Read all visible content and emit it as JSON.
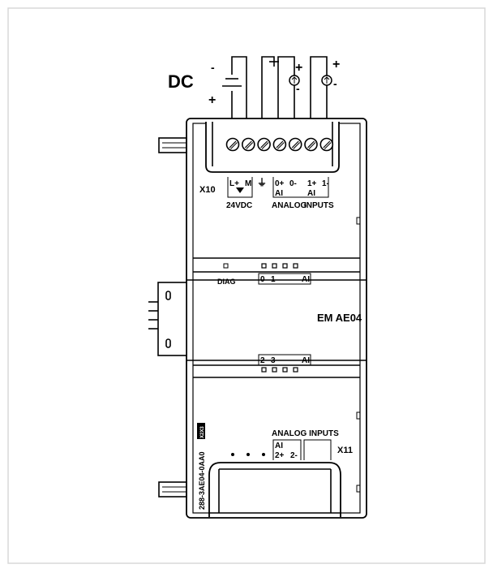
{
  "wiring": {
    "dc_label": "DC",
    "battery_minus": "-",
    "battery_plus": "+",
    "source1_plus": "+",
    "source1_minus": "-",
    "source2_plus": "+",
    "source2_minus": "-"
  },
  "top_connector": {
    "id": "X10",
    "terminals": [
      "L+",
      "M",
      "⏚",
      "0+",
      "0-",
      "1+",
      "1-"
    ],
    "ai_label_0": "AI",
    "ai_label_1": "AI",
    "power_label": "24VDC",
    "analog_label": "ANALOG",
    "inputs_label": "INPUTS"
  },
  "status": {
    "diag_label": "DIAG",
    "top_channels": [
      "0",
      "1"
    ],
    "top_ai": "AI",
    "bottom_channels": [
      "2",
      "3"
    ],
    "bottom_ai": "AI"
  },
  "module": {
    "name": "EM AE04",
    "part_number": "288-3AE04-0AA0",
    "version_box": "X2X3"
  },
  "bottom_connector": {
    "id": "X11",
    "analog_inputs_label": "ANALOG INPUTS",
    "ai_label": "AI",
    "terminals": [
      "2+",
      "2-"
    ]
  }
}
